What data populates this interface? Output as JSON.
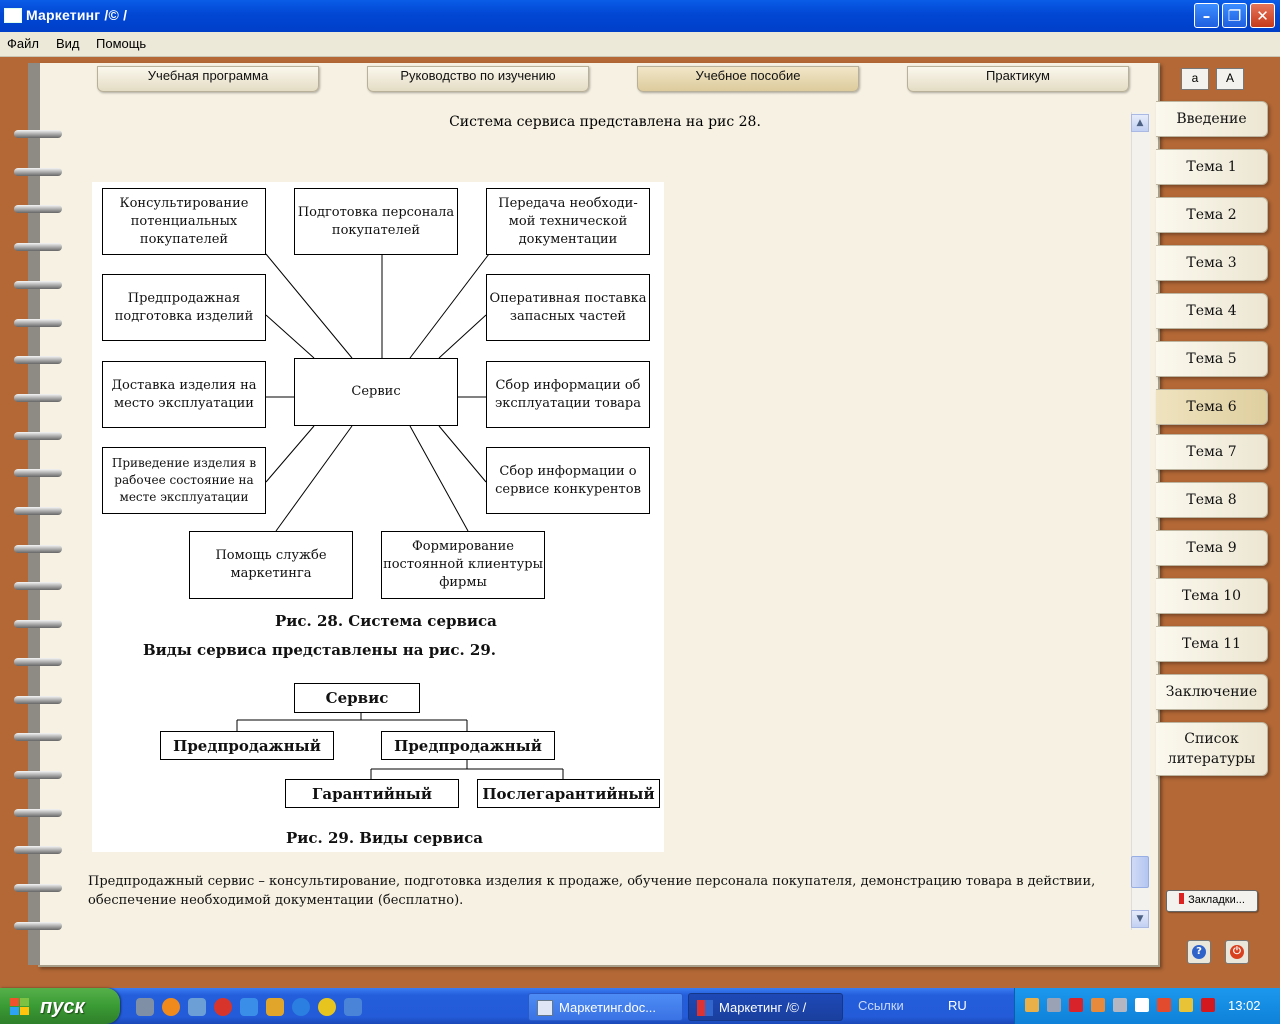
{
  "window": {
    "title": "Маркетинг /© /"
  },
  "menu": [
    "Файл",
    "Вид",
    "Помощь"
  ],
  "top_tabs": [
    "Учебная программа",
    "Руководство по изучению",
    "Учебное пособие",
    "Практикум"
  ],
  "font_buttons": [
    "a",
    "A"
  ],
  "side_tabs": [
    "Введение",
    "Тема 1",
    "Тема 2",
    "Тема 3",
    "Тема 4",
    "Тема 5",
    "Тема 6",
    "Тема 7",
    "Тема 8",
    "Тема 9",
    "Тема 10",
    "Тема 11",
    "Заключение",
    "Список литературы"
  ],
  "content": {
    "intro": "Система сервиса представлена на рис 28.",
    "fig28": {
      "center": "Сервис",
      "boxes": [
        "Консультирование потенциальных покупателей",
        "Подготовка персонала покупателей",
        "Передача необходи-мой технической документации",
        "Предпродажная подготовка изделий",
        "Оперативная поставка запасных частей",
        "Доставка изделия на место эксплуатации",
        "Сбор информации об эксплуатации товара",
        "Приведение изделия в рабочее состояние на месте эксплуатации",
        "Сбор информации о сервисе конкурентов",
        "Помощь службе маркетинга",
        "Формирование постоянной клиентуры фирмы"
      ],
      "caption": "Рис. 28. Система сервиса"
    },
    "fig29_intro": "Виды сервиса представлены на рис. 29.",
    "fig29": {
      "root": "Сервис",
      "left": "Предпродажный",
      "right": "Предпродажный",
      "sub1": "Гарантийный",
      "sub2": "Послегарантийный",
      "caption": "Рис. 29. Виды сервиса"
    },
    "body": "Предпродажный сервис – консультирование, подготовка изделия к продаже, обучение персонала покупателя, демонстрацию товара в действии, обеспечение необходимой документации (бесплатно)."
  },
  "bookmarks_label": "Закладки...",
  "taskbar": {
    "start": "пуск",
    "tasks": [
      "Маркетинг.doc...",
      "Маркетинг /© /"
    ],
    "links": "Ссылки",
    "lang": "RU",
    "clock": "13:02"
  }
}
